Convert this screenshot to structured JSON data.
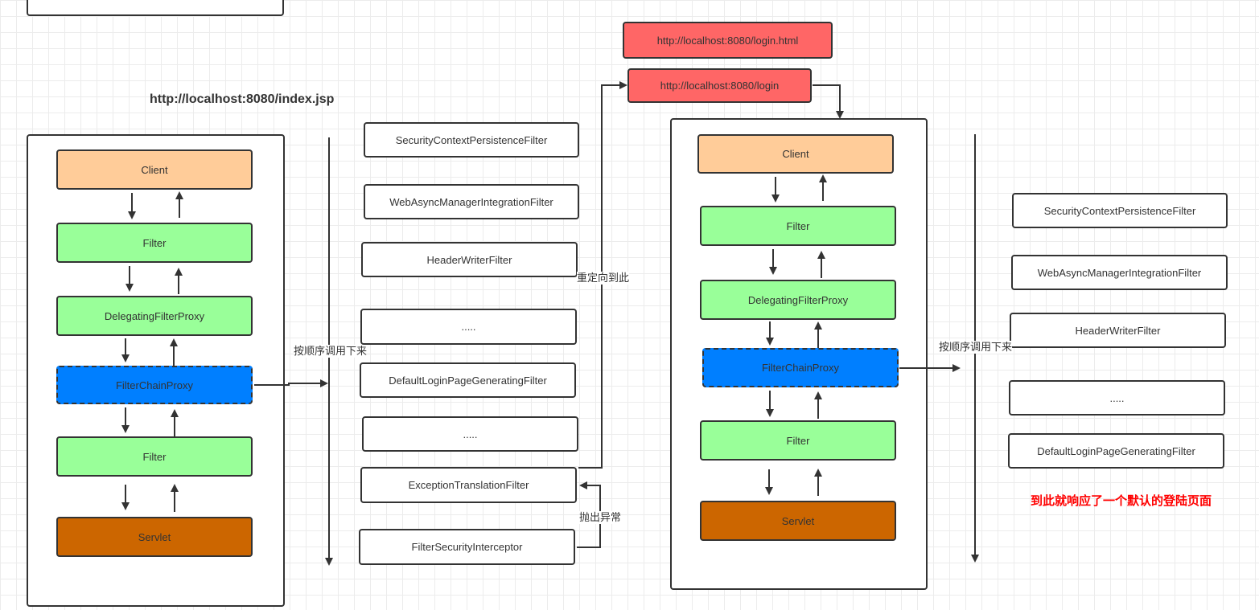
{
  "left_diagram": {
    "url_title": "http://localhost:8080/index.jsp",
    "stack": {
      "client": "Client",
      "filter_top": "Filter",
      "delegating": "DelegatingFilterProxy",
      "chain_proxy": "FilterChainProxy",
      "filter_bottom": "Filter",
      "servlet": "Servlet"
    },
    "sequence_label": "按顺序调用下来",
    "chain": [
      "SecurityContextPersistenceFilter",
      "WebAsyncManagerIntegrationFilter",
      "HeaderWriterFilter",
      ".....",
      "DefaultLoginPageGeneratingFilter",
      ".....",
      "ExceptionTranslationFilter",
      "FilterSecurityInterceptor"
    ],
    "throw_label": "抛出异常",
    "redirect_label": "重定向到此"
  },
  "redirect_urls": {
    "login_html": "http://localhost:8080/login.html",
    "login": "http://localhost:8080/login"
  },
  "right_diagram": {
    "stack": {
      "client": "Client",
      "filter_top": "Filter",
      "delegating": "DelegatingFilterProxy",
      "chain_proxy": "FilterChainProxy",
      "filter_bottom": "Filter",
      "servlet": "Servlet"
    },
    "sequence_label": "按顺序调用下来",
    "chain": [
      "SecurityContextPersistenceFilter",
      "WebAsyncManagerIntegrationFilter",
      "HeaderWriterFilter",
      ".....",
      "DefaultLoginPageGeneratingFilter"
    ],
    "result_note": "到此就响应了一个默认的登陆页面"
  },
  "colors": {
    "client": "#ffcc99",
    "filter": "#99ff99",
    "chain_proxy": "#007fff",
    "servlet": "#cc6600",
    "url_box": "#ff6666",
    "note_text": "#ff0000"
  }
}
